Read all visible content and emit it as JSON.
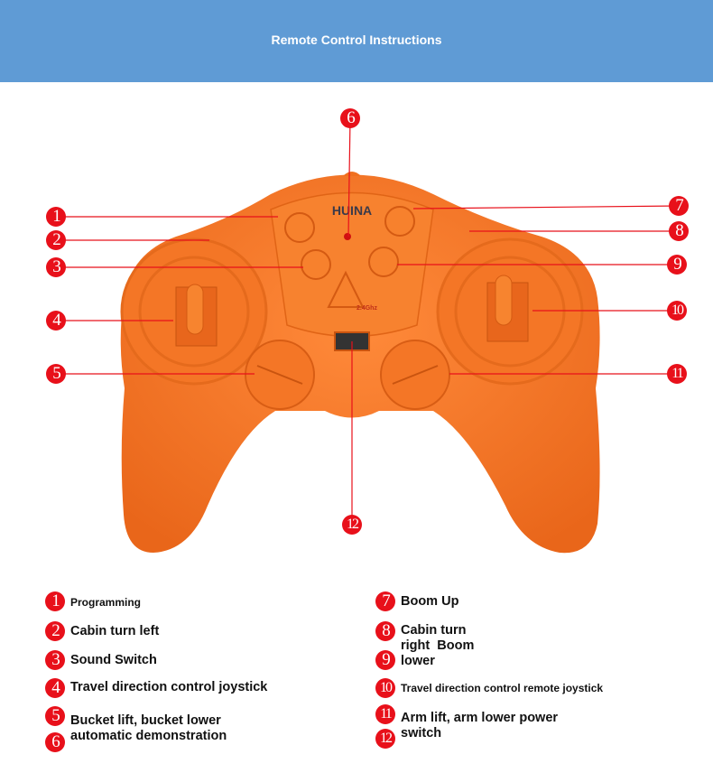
{
  "header": {
    "title": "Remote Control Instructions"
  },
  "controller": {
    "brand": "HUINA",
    "frequency": "2.4Ghz",
    "body_color": "#f5792a",
    "callout_color": "#e8101a"
  },
  "callouts": [
    "1",
    "2",
    "3",
    "4",
    "5",
    "6",
    "7",
    "8",
    "9",
    "10",
    "11",
    "12"
  ],
  "legend": {
    "left": [
      {
        "num": "1",
        "text": "Programming"
      },
      {
        "num": "2",
        "text": "Cabin turn left"
      },
      {
        "num": "3",
        "text": "Sound Switch"
      },
      {
        "num": "4",
        "text": "Travel direction control joystick"
      },
      {
        "num": "5",
        "text": "Bucket lift, bucket lower"
      },
      {
        "num": "6",
        "text": "automatic demonstration"
      }
    ],
    "right": [
      {
        "num": "7",
        "text": "Boom Up"
      },
      {
        "num": "8",
        "text": "Cabin turn"
      },
      {
        "num": "",
        "text": "right  Boom"
      },
      {
        "num": "9",
        "text": "lower"
      },
      {
        "num": "10",
        "text": "Travel direction control remote joystick"
      },
      {
        "num": "11",
        "text": "Arm lift, arm lower power"
      },
      {
        "num": "12",
        "text": "switch"
      }
    ]
  }
}
